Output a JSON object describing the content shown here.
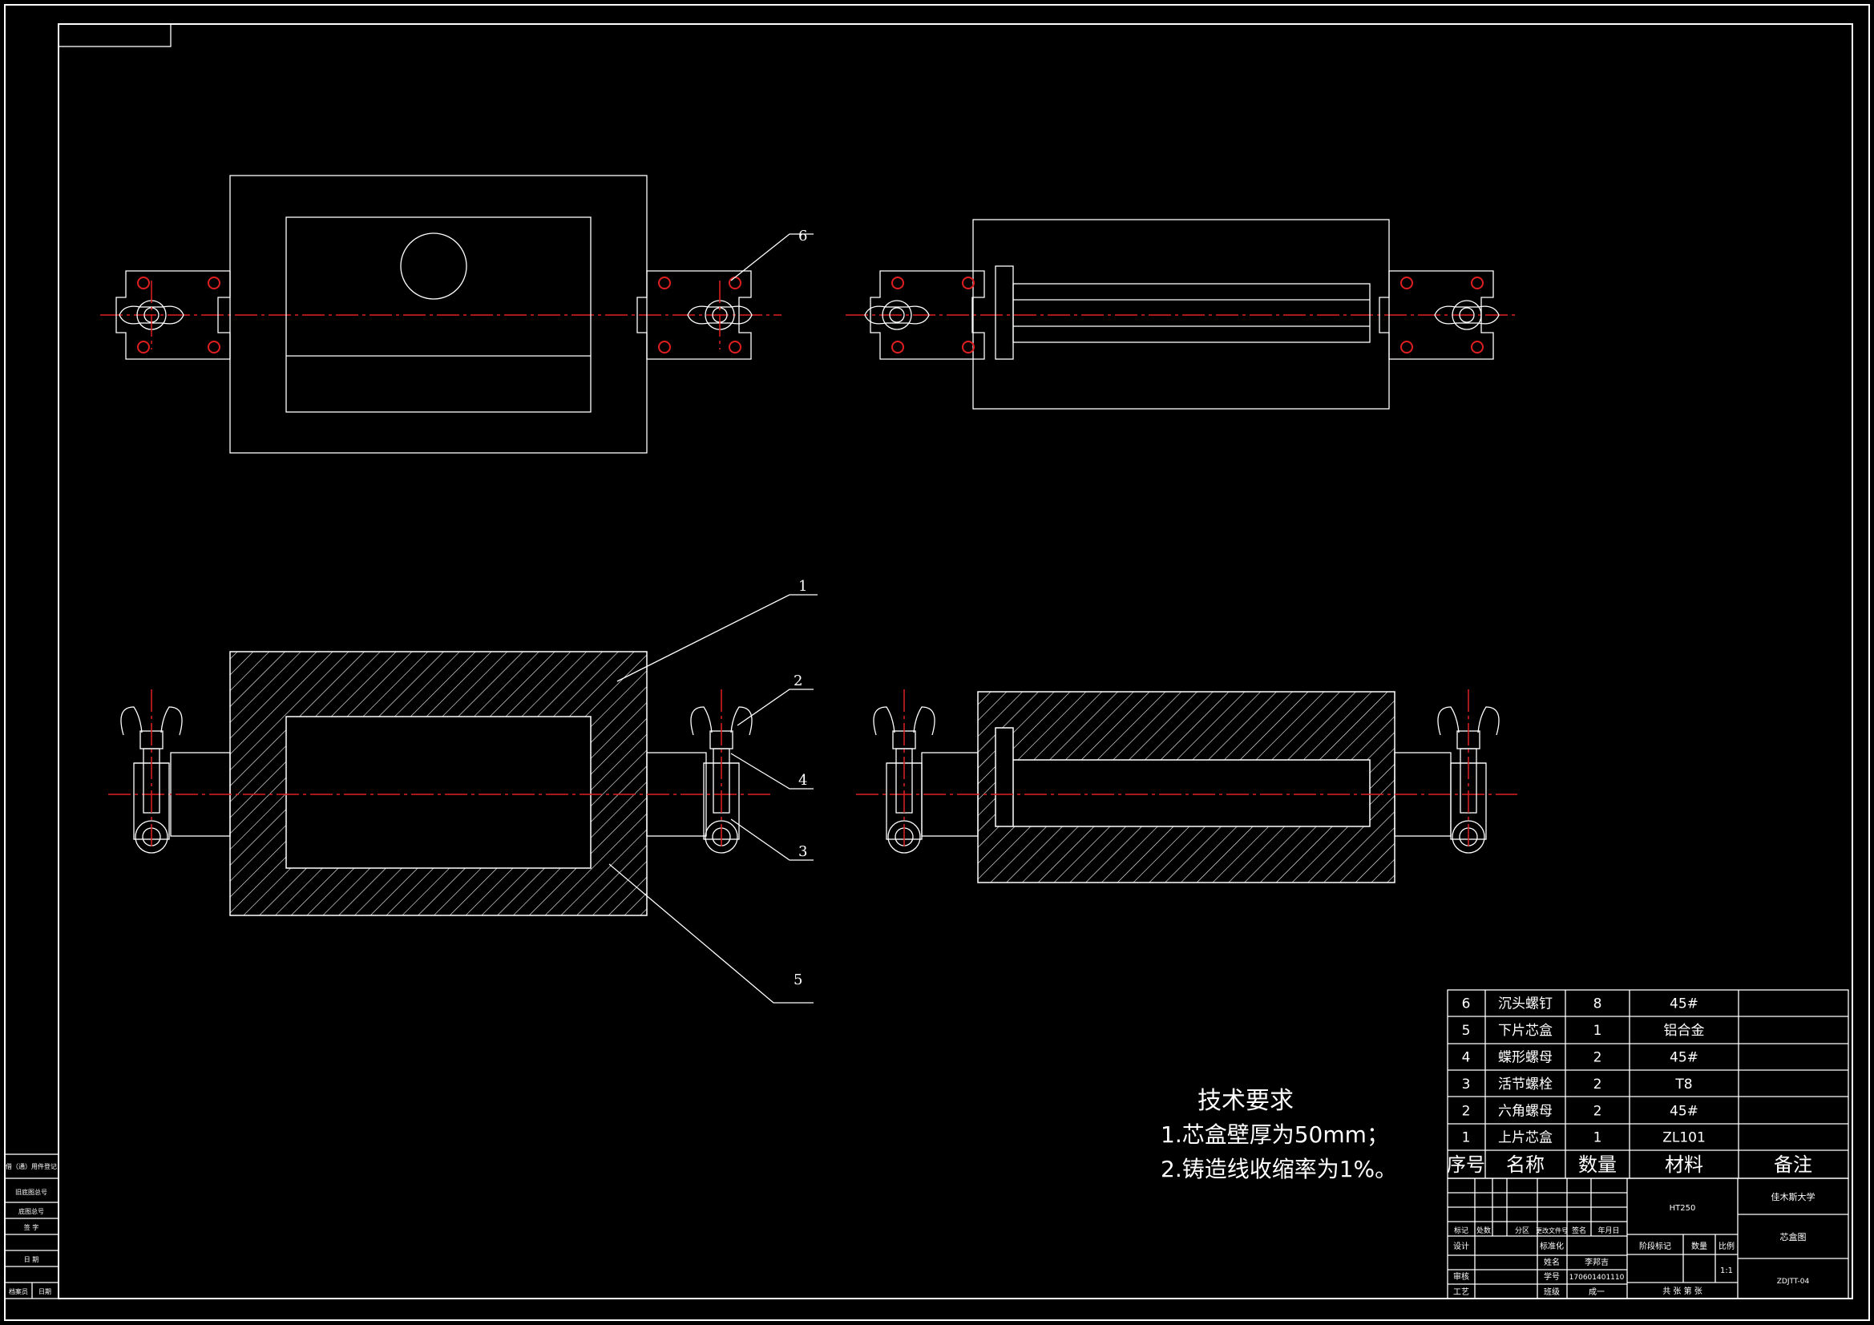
{
  "tech_requirements": {
    "title": "技术要求",
    "items": [
      "1.芯盒壁厚为50mm；",
      "2.铸造线收缩率为1%。"
    ]
  },
  "balloons": [
    "1",
    "2",
    "4",
    "3",
    "5",
    "6"
  ],
  "parts_list": {
    "headers": [
      "序号",
      "名称",
      "数量",
      "材料",
      "备注"
    ],
    "rows": [
      {
        "no": "6",
        "name": "沉头螺钉",
        "qty": "8",
        "material": "45#",
        "note": ""
      },
      {
        "no": "5",
        "name": "下片芯盒",
        "qty": "1",
        "material": "铝合金",
        "note": ""
      },
      {
        "no": "4",
        "name": "蝶形螺母",
        "qty": "2",
        "material": "45#",
        "note": ""
      },
      {
        "no": "3",
        "name": "活节螺栓",
        "qty": "2",
        "material": "T8",
        "note": ""
      },
      {
        "no": "2",
        "name": "六角螺母",
        "qty": "2",
        "material": "45#",
        "note": ""
      },
      {
        "no": "1",
        "name": "上片芯盒",
        "qty": "1",
        "material": "ZL101",
        "note": ""
      }
    ]
  },
  "title_block": {
    "material": "HT250",
    "school": "佳木斯大学",
    "drawing_name": "芯盒图",
    "drawing_no": "ZDJTT-04",
    "scale_label": "比例",
    "scale": "1:1",
    "stage_label": "阶段标记",
    "weight_label": "数量",
    "sheets": "共  张  第  张",
    "rev_labels": [
      "标记",
      "处数",
      "分区",
      "更改文件号",
      "签名",
      "年月日"
    ],
    "design": "设计",
    "standard": "标准化",
    "review": "审核",
    "process": "工艺",
    "name_label": "姓名",
    "name": "李邦吉",
    "id_label": "学号",
    "student_id": "170601401110",
    "class_label": "班级",
    "class": "成一"
  },
  "side_labels": [
    "借（通）用件登记",
    "旧底图总号",
    "底图总号",
    "签 字",
    "日 期",
    "档案员",
    "日期"
  ]
}
